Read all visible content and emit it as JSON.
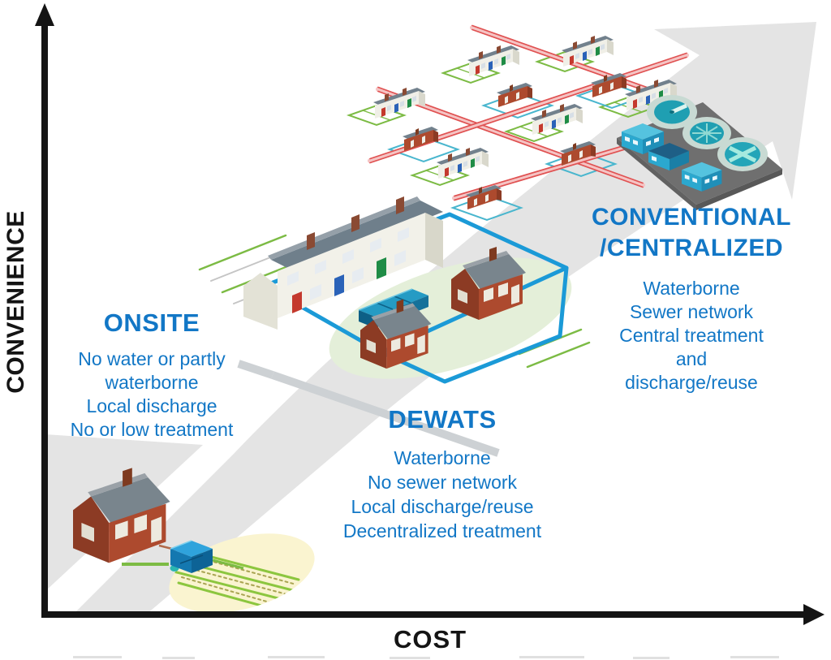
{
  "axes": {
    "y_label": "CONVENIENCE",
    "x_label": "COST"
  },
  "systems": [
    {
      "id": "onsite",
      "title": "ONSITE",
      "description_lines": [
        "No water or partly",
        "waterborne",
        "Local discharge",
        "No or low treatment"
      ]
    },
    {
      "id": "dewats",
      "title": "DEWATS",
      "description_lines": [
        "Waterborne",
        "No sewer network",
        "Local discharge/reuse",
        "Decentralized treatment"
      ]
    },
    {
      "id": "conventional",
      "title": "CONVENTIONAL",
      "title_line2": "/CENTRALIZED",
      "description_lines": [
        "Waterborne",
        "Sewer network",
        "Central treatment",
        "and",
        "discharge/reuse"
      ]
    }
  ],
  "colors": {
    "label_blue": "#1277C6",
    "axis_black": "#141414",
    "arrow_gray": "#E4E4E4",
    "sewer_pipe_red": "#E05252",
    "garden_pipe_green": "#7CBB44",
    "local_pipe_teal": "#49B6CE",
    "dewats_loop_blue": "#1B9AD7",
    "tank_blue": "#2196C0",
    "brick_wall": "#AD4A2E",
    "roof_slate": "#72818D"
  },
  "illustrations": {
    "onsite": "single-house-with-septic-tank-and-garden-plot",
    "dewats": "housing-row-with-local-treatment-unit-loop",
    "conventional": "neighborhood-with-sewer-network",
    "treatment_plant": "centralized-treatment-plant-with-clarifier-tanks",
    "trend_arrow": "gray-diagonal-arrow-low-to-high"
  }
}
